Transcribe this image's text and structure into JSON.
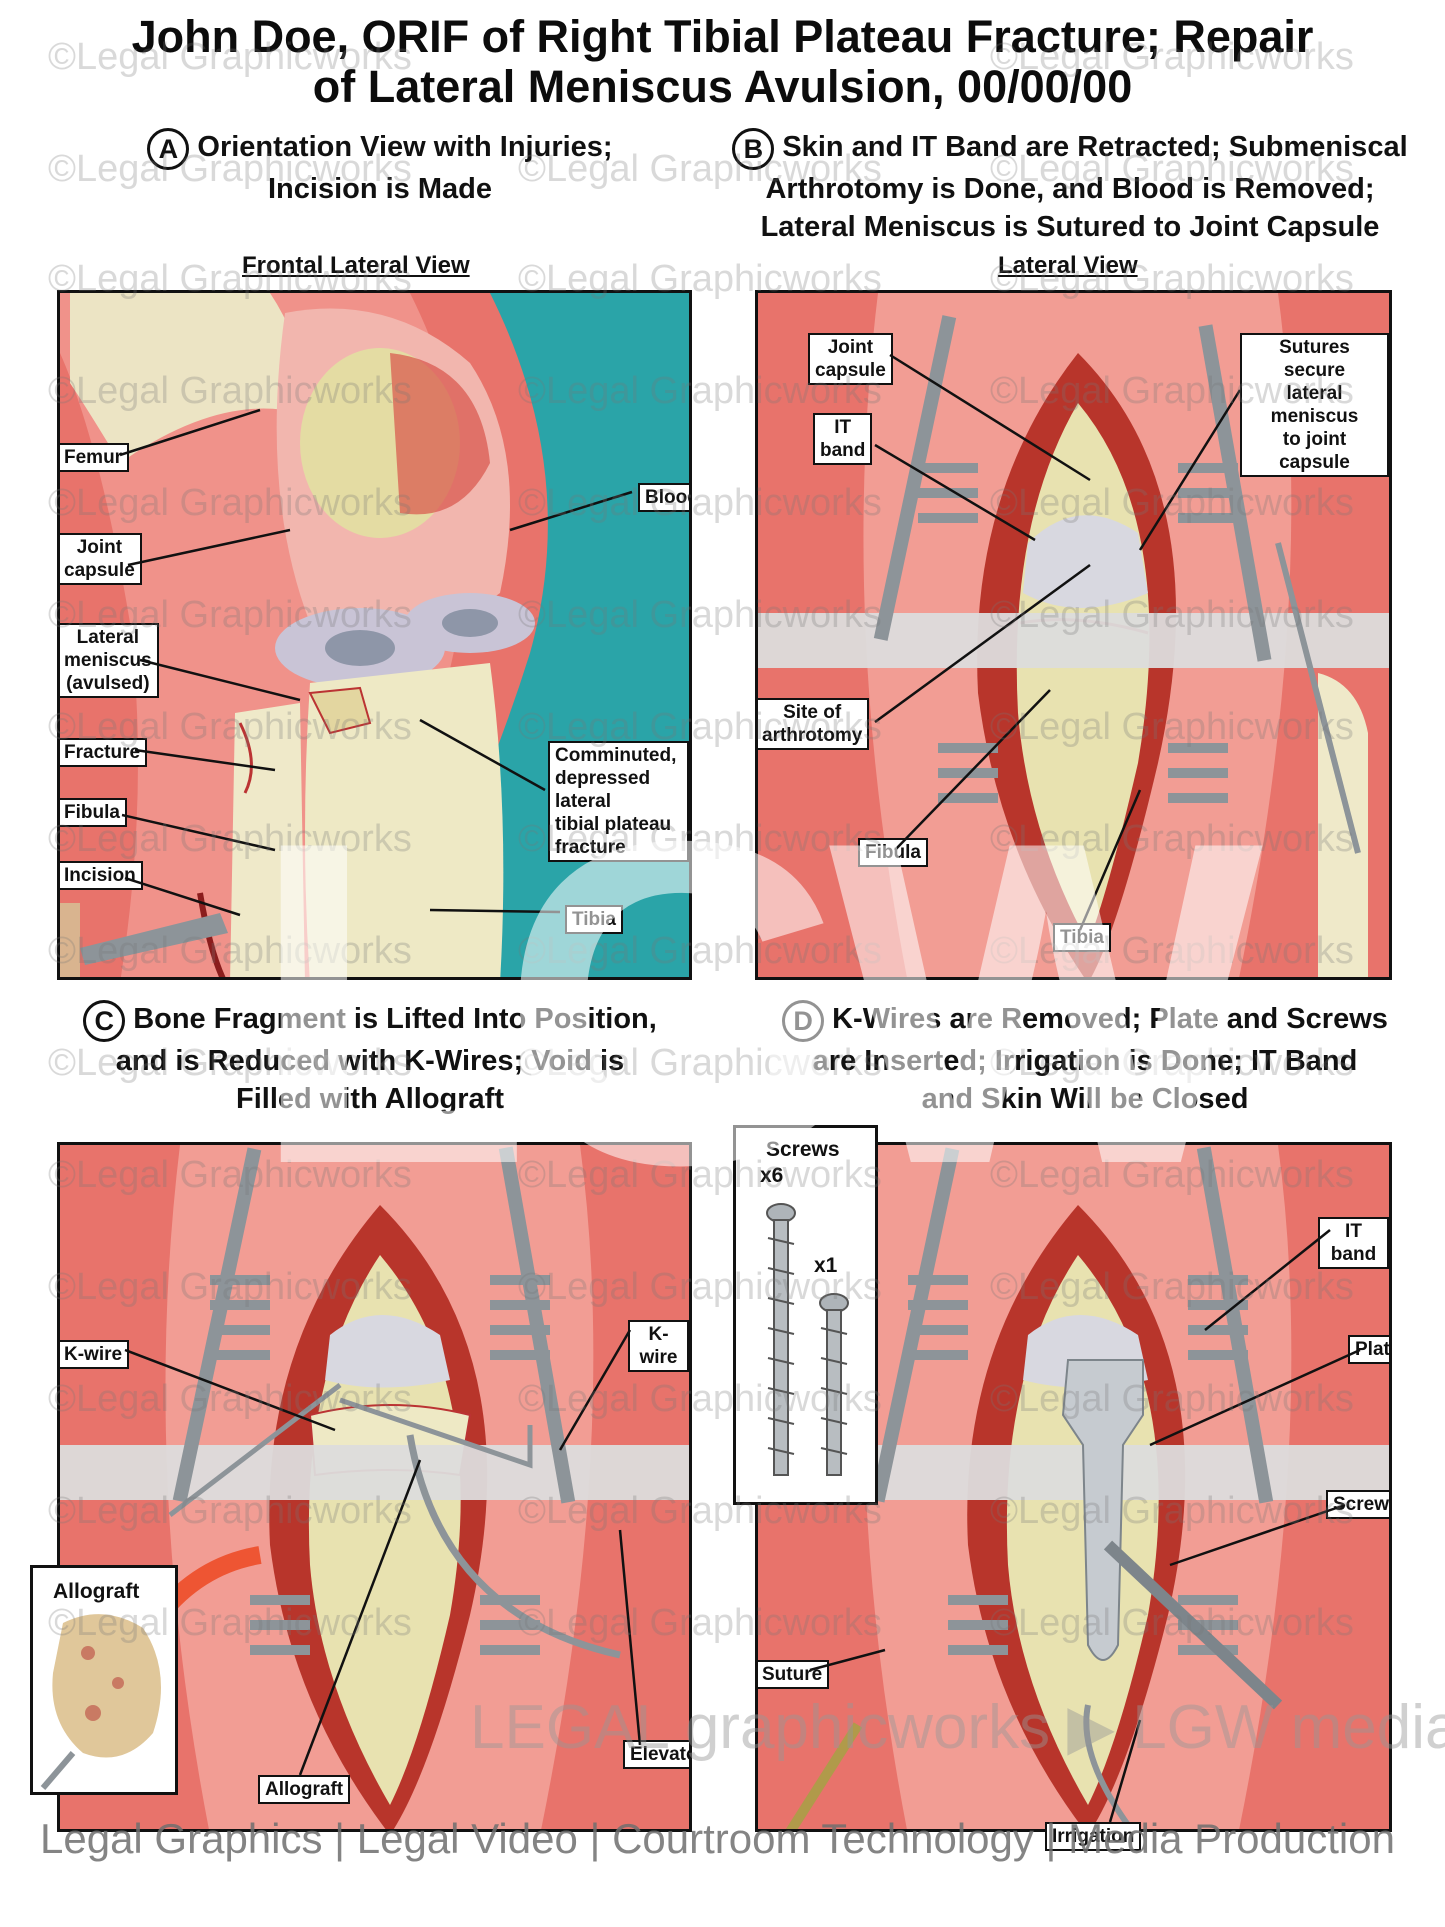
{
  "title": {
    "line1": "John Doe, ORIF of Right Tibial Plateau Fracture; Repair",
    "line2": "of Lateral Meniscus Avulsion, 00/00/00"
  },
  "panels": {
    "a": {
      "letter": "A",
      "heading1": "Orientation View with Injuries;",
      "heading2": "Incision is Made",
      "view": "Frontal Lateral View",
      "labels": {
        "femur": "Femur",
        "joint_capsule": "Joint\ncapsule",
        "lateral_meniscus": "Lateral\nmeniscus\n(avulsed)",
        "fracture": "Fracture",
        "fibula": "Fibula",
        "incision": "Incision",
        "blood": "Blood",
        "comminuted": "Comminuted,\ndepressed lateral\ntibial plateau\nfracture",
        "tibia": "Tibia"
      }
    },
    "b": {
      "letter": "B",
      "heading1": "Skin and IT Band are Retracted; Submeniscal",
      "heading2": "Arthrotomy is Done, and Blood is Removed;",
      "heading3": "Lateral Meniscus is Sutured to Joint Capsule",
      "view": "Lateral View",
      "labels": {
        "joint_capsule": "Joint\ncapsule",
        "it_band": "IT\nband",
        "sutures": "Sutures secure\nlateral meniscus\nto joint capsule",
        "arthrotomy": "Site of\narthrotomy",
        "fibula": "Fibula",
        "tibia": "Tibia"
      }
    },
    "c": {
      "letter": "C",
      "heading1": "Bone Fragment is Lifted Into Position,",
      "heading2": "and is Reduced with K-Wires; Void is",
      "heading3": "Filled with Allograft",
      "labels": {
        "kwire_left": "K-wire",
        "kwire_right": "K-wire",
        "allograft_inset": "Allograft",
        "allograft": "Allograft",
        "elevator": "Elevator"
      }
    },
    "d": {
      "letter": "D",
      "heading1": "K-Wires are Removed; Plate and Screws",
      "heading2": "are Inserted; Irrigation is Done; IT Band",
      "heading3": "and Skin Will be Closed",
      "labels": {
        "screws": "Screws",
        "x6": "x6",
        "x1": "x1",
        "it_band": "IT band",
        "plate": "Plate",
        "screw": "Screw",
        "suture": "Suture",
        "irrigation": "Irrigation"
      }
    }
  },
  "watermark": {
    "text": "©Legal Graphicworks",
    "big": "LGW",
    "brand": "LEGAL graphicworks ▶ LGW mediaworks"
  },
  "footer": "Legal Graphics | Legal Video | Courtroom Technology | Media Production",
  "colors": {
    "tissue": "#e8736b",
    "muscle": "#c0392b",
    "bone": "#e9e3b0",
    "drape": "#2aa4a8",
    "metal": "#8d9499"
  }
}
